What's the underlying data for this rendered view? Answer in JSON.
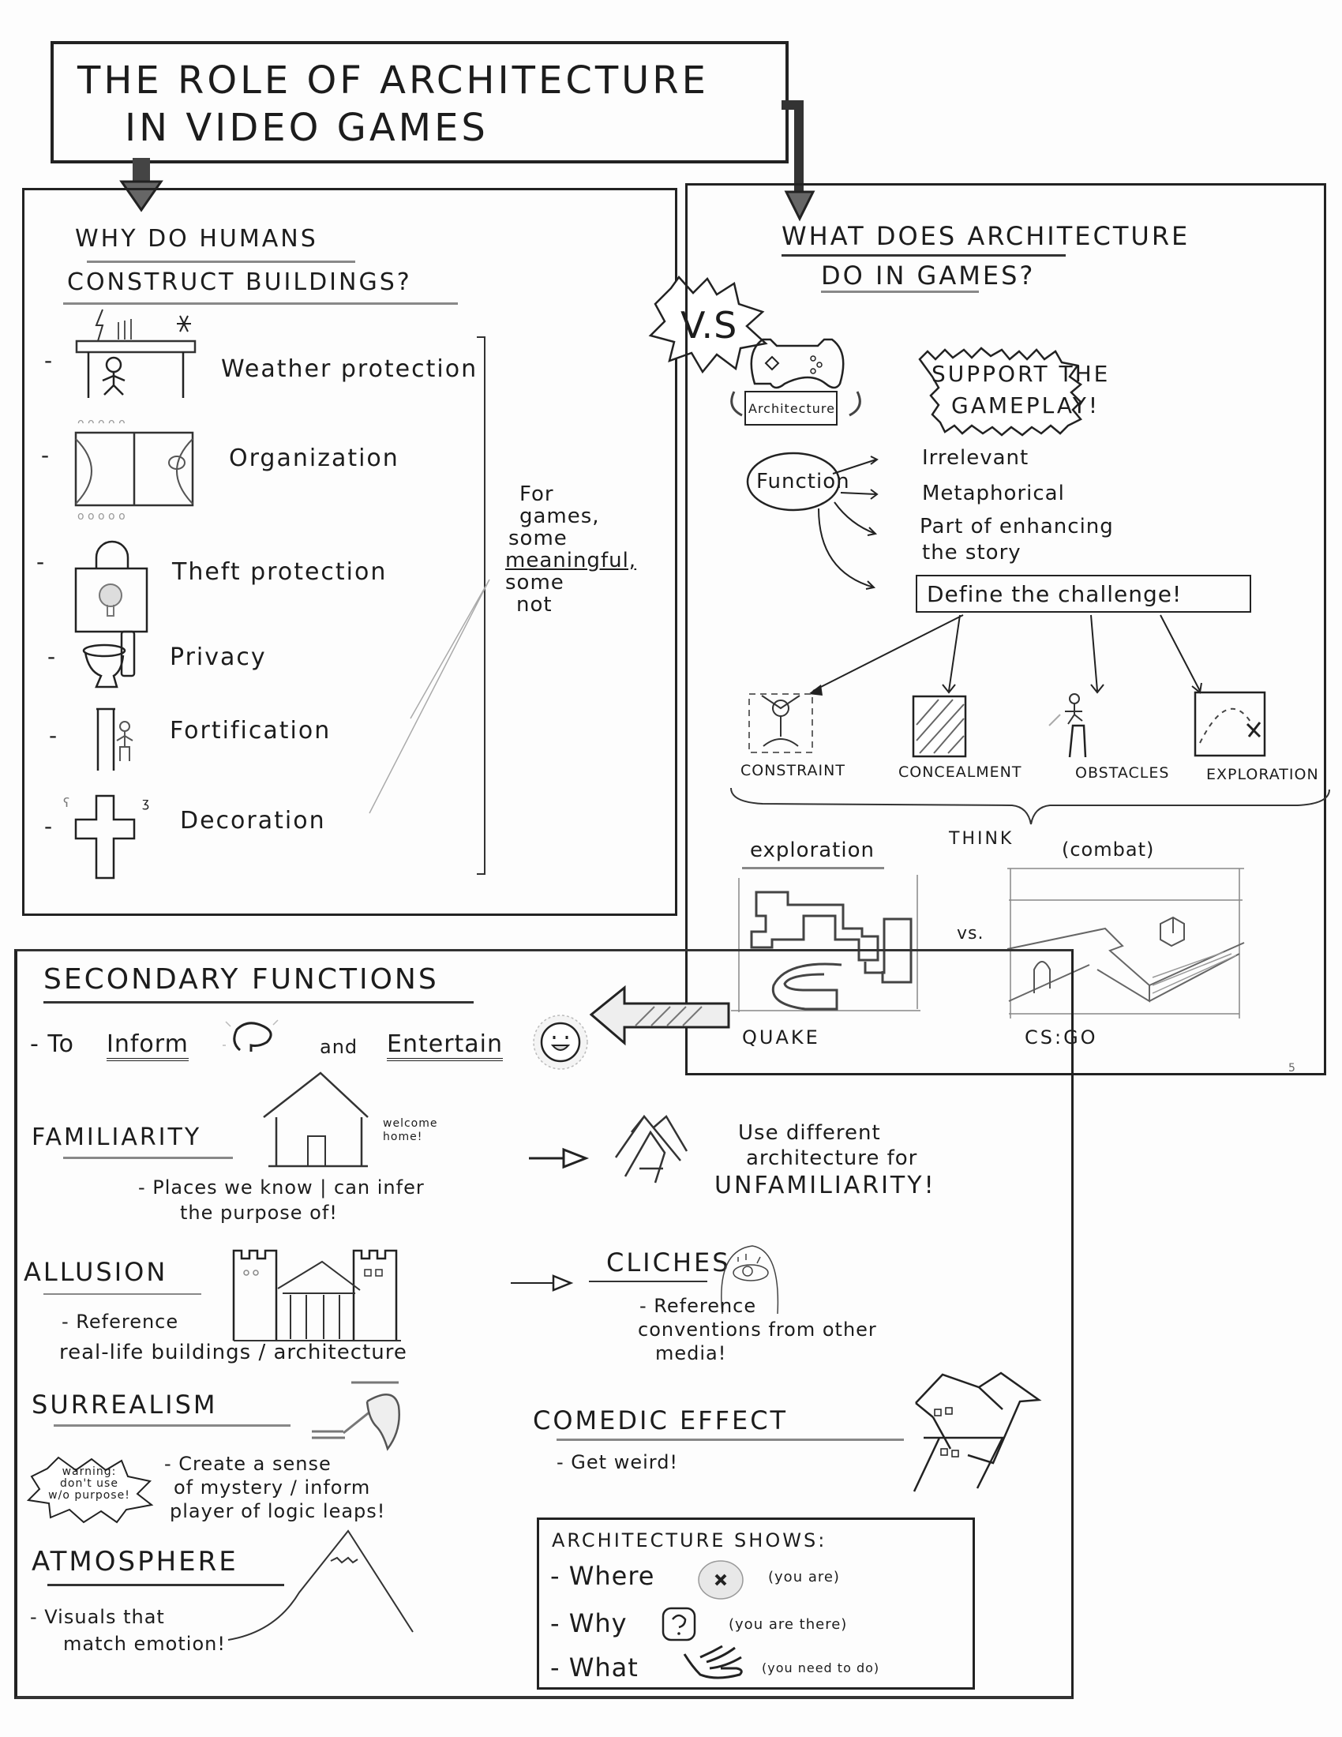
{
  "title": {
    "line1": "THE ROLE OF ARCHITECTURE",
    "line2": "IN VIDEO GAMES"
  },
  "left_panel": {
    "heading_line1": "WHY DO HUMANS",
    "heading_line2": "CONSTRUCT BUILDINGS?",
    "items": [
      {
        "label": "Weather protection",
        "icon": "weather-shelter-icon"
      },
      {
        "label": "Organization",
        "icon": "court-layout-icon"
      },
      {
        "label": "Theft protection",
        "icon": "money-bag-lock-icon"
      },
      {
        "label": "Privacy",
        "icon": "toilet-icon"
      },
      {
        "label": "Fortification",
        "icon": "wall-soldier-icon"
      },
      {
        "label": "Decoration",
        "icon": "cross-ornament-icon"
      }
    ],
    "side_note": [
      "For",
      "games,",
      "some",
      "meaningful,",
      "some",
      "not"
    ]
  },
  "vs_badge": "V.S",
  "right_panel": {
    "heading_line1": "WHAT DOES ARCHITECTURE",
    "heading_line2": "DO IN GAMES?",
    "architecture_label": "Architecture",
    "support_line1": "SUPPORT THE",
    "support_line2": "GAMEPLAY!",
    "function_label": "Function",
    "function_branches": [
      "Irrelevant",
      "Metaphorical",
      "Part of enhancing",
      "the story"
    ],
    "challenge_label": "Define the challenge!",
    "challenge_types": [
      "CONSTRAINT",
      "CONCEALMENT",
      "OBSTACLES",
      "EXPLORATION"
    ],
    "think_label": "THINK",
    "compare": {
      "left_caption": "exploration",
      "right_caption": "(combat)",
      "vs": "vs.",
      "left_game": "QUAKE",
      "right_game": "CS:GO"
    },
    "page_mark": "5"
  },
  "secondary": {
    "heading": "SECONDARY FUNCTIONS",
    "inform_line": {
      "prefix": "- To",
      "inform": "Inform",
      "and": "and",
      "entertain": "Entertain"
    },
    "familiarity": {
      "title": "FAMILIARITY",
      "house_note_1": "welcome",
      "house_note_2": "home!",
      "desc_line1": "- Places we know | can infer",
      "desc_line2": "the purpose of!",
      "unfam_line1": "Use different",
      "unfam_line2": "architecture for",
      "unfam_word": "UNFAMILIARITY!"
    },
    "allusion": {
      "title": "ALLUSION",
      "desc_line1": "- Reference",
      "desc_line2": "real-life buildings / architecture"
    },
    "cliches": {
      "title": "CLICHES",
      "desc_line1": "- Reference",
      "desc_line2": "conventions from other",
      "desc_line3": "media!"
    },
    "surrealism": {
      "title": "SURREALISM",
      "warning_line1": "warning:",
      "warning_line2": "don't use",
      "warning_line3": "w/o purpose!",
      "desc_line1": "- Create a sense",
      "desc_line2": "of mystery / inform",
      "desc_line3": "player of logic leaps!"
    },
    "comedic": {
      "title": "COMEDIC EFFECT",
      "desc": "- Get weird!"
    },
    "atmosphere": {
      "title": "ATMOSPHERE",
      "desc_line1": "- Visuals that",
      "desc_line2": "match emotion!"
    },
    "shows_box": {
      "title": "ARCHITECTURE SHOWS:",
      "rows": [
        {
          "word": "- Where",
          "note": "(you are)",
          "icon": "map-marker-icon"
        },
        {
          "word": "- Why",
          "note": "(you are there)",
          "icon": "question-box-icon"
        },
        {
          "word": "- What",
          "note": "(you need to do)",
          "icon": "hand-icon"
        }
      ]
    }
  }
}
